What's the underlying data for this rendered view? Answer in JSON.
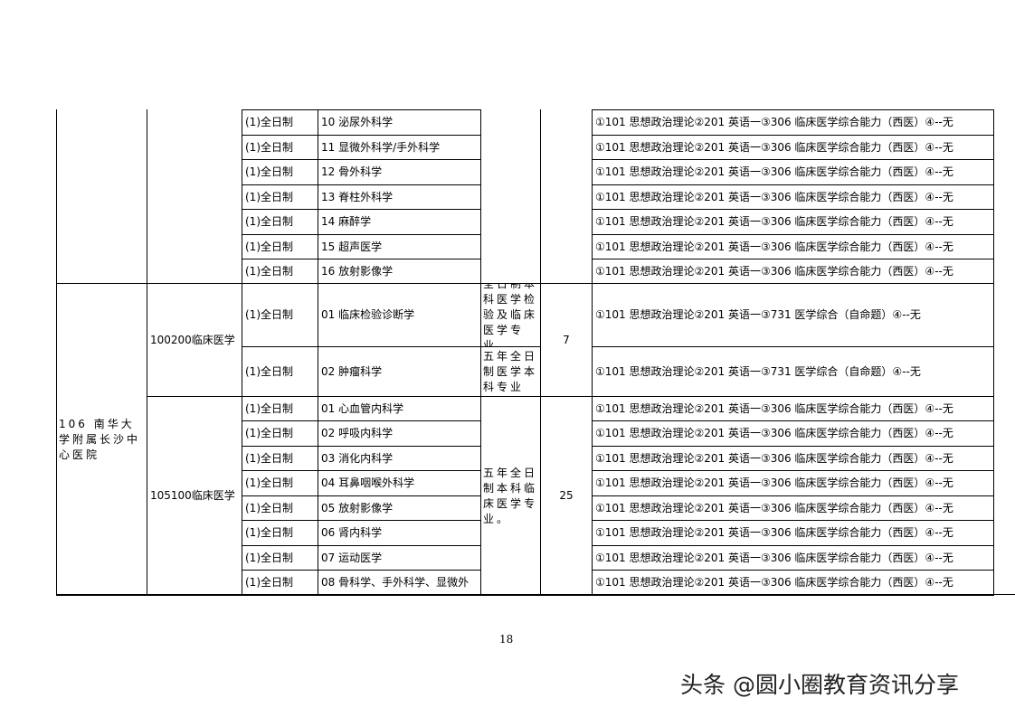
{
  "top_section": {
    "rows": [
      {
        "mode": "(1)全日制",
        "major": "10 泌尿外科学",
        "exam": "①101 思想政治理论②201 英语一③306 临床医学综合能力（西医）④--无"
      },
      {
        "mode": "(1)全日制",
        "major": "11 显微外科学/手外科学",
        "exam": "①101 思想政治理论②201 英语一③306 临床医学综合能力（西医）④--无"
      },
      {
        "mode": "(1)全日制",
        "major": "12 骨外科学",
        "exam": "①101 思想政治理论②201 英语一③306 临床医学综合能力（西医）④--无"
      },
      {
        "mode": "(1)全日制",
        "major": "13 脊柱外科学",
        "exam": "①101 思想政治理论②201 英语一③306 临床医学综合能力（西医）④--无"
      },
      {
        "mode": "(1)全日制",
        "major": "14 麻醉学",
        "exam": "①101 思想政治理论②201 英语一③306 临床医学综合能力（西医）④--无"
      },
      {
        "mode": "(1)全日制",
        "major": "15 超声医学",
        "exam": "①101 思想政治理论②201 英语一③306 临床医学综合能力（西医）④--无"
      },
      {
        "mode": "(1)全日制",
        "major": "16 放射影像学",
        "exam": "①101 思想政治理论②201 英语一③306 临床医学综合能力（西医）④--无"
      }
    ]
  },
  "institution": "106 南华大学附属长沙中心医院",
  "program_100200": {
    "name": "100200临床医学",
    "quota": "7",
    "rows": [
      {
        "mode": "(1)全日制",
        "major": "01 临床检验诊断学",
        "requirement": "全日制本科医学检验及临床医学专业。",
        "exam": "①101 思想政治理论②201 英语一③731 医学综合（自命题）④--无"
      },
      {
        "mode": "(1)全日制",
        "major": "02 肿瘤科学",
        "requirement": "五年全日制医学本科专业",
        "exam": "①101 思想政治理论②201 英语一③731 医学综合（自命题）④--无"
      }
    ]
  },
  "program_105100": {
    "name": "105100临床医学",
    "quota": "25",
    "requirement": "五年全日制本科临床医学专业。",
    "rows": [
      {
        "mode": "(1)全日制",
        "major": "01 心血管内科学",
        "exam": "①101 思想政治理论②201 英语一③306 临床医学综合能力（西医）④--无"
      },
      {
        "mode": "(1)全日制",
        "major": "02 呼吸内科学",
        "exam": "①101 思想政治理论②201 英语一③306 临床医学综合能力（西医）④--无"
      },
      {
        "mode": "(1)全日制",
        "major": "03 消化内科学",
        "exam": "①101 思想政治理论②201 英语一③306 临床医学综合能力（西医）④--无"
      },
      {
        "mode": "(1)全日制",
        "major": "04 耳鼻咽喉外科学",
        "exam": "①101 思想政治理论②201 英语一③306 临床医学综合能力（西医）④--无"
      },
      {
        "mode": "(1)全日制",
        "major": "05 放射影像学",
        "exam": "①101 思想政治理论②201 英语一③306 临床医学综合能力（西医）④--无"
      },
      {
        "mode": "(1)全日制",
        "major": "06 肾内科学",
        "exam": "①101 思想政治理论②201 英语一③306 临床医学综合能力（西医）④--无"
      },
      {
        "mode": "(1)全日制",
        "major": "07 运动医学",
        "exam": "①101 思想政治理论②201 英语一③306 临床医学综合能力（西医）④--无"
      },
      {
        "mode": "(1)全日制",
        "major": "08 骨科学、手外科学、显微外",
        "exam": "①101 思想政治理论②201 英语一③306 临床医学综合能力（西医）④--无"
      }
    ]
  },
  "page_number": "18",
  "watermark": "头条 @圆小圈教育资讯分享"
}
